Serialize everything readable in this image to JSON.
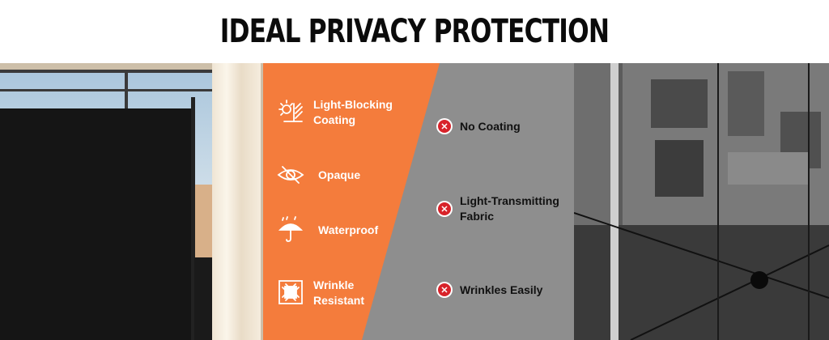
{
  "title": "IDEAL PRIVACY PROTECTION",
  "colors": {
    "orange": "#f47c3c",
    "gray": "#8e8e8e",
    "cross": "#d8232a"
  },
  "features": [
    {
      "icon": "sun-block-icon",
      "label_line1": "Light-Blocking",
      "label_line2": "Coating"
    },
    {
      "icon": "eye-crossed-icon",
      "label_line1": "Opaque",
      "label_line2": ""
    },
    {
      "icon": "umbrella-rain-icon",
      "label_line1": "Waterproof",
      "label_line2": ""
    },
    {
      "icon": "wrinkle-resistant-icon",
      "label_line1": "Wrinkle",
      "label_line2": "Resistant"
    }
  ],
  "cons": [
    {
      "icon": "x-mark-icon",
      "label_line1": "No Coating",
      "label_line2": ""
    },
    {
      "icon": "x-mark-icon",
      "label_line1": "Light-Transmitting",
      "label_line2": "Fabric"
    },
    {
      "icon": "x-mark-icon",
      "label_line1": "Wrinkles Easily",
      "label_line2": ""
    }
  ],
  "cross_glyph": "✕"
}
